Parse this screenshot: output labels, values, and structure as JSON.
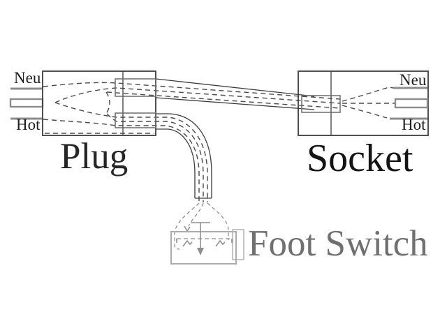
{
  "colors": {
    "background": "#ffffff",
    "line_dark": "#3d3d3d",
    "wire_dash": "#4a4a4a",
    "lead_gray": "#8c8c8c",
    "entry_gray": "#6b6b6b",
    "switch_box_gray": "#ababab",
    "switch_symbol_gray": "#8f8f8f",
    "label_dark": "#1f1f1f",
    "title_dark": "#262626",
    "socket_title_dark": "#141414",
    "footswitch_text_gray": "#707070"
  },
  "plug": {
    "title": "Plug",
    "neutral_label": "Neu",
    "hot_label": "Hot"
  },
  "socket": {
    "title": "Socket",
    "neutral_label": "Neu",
    "hot_label": "Hot"
  },
  "foot_switch": {
    "title": "Foot Switch"
  }
}
